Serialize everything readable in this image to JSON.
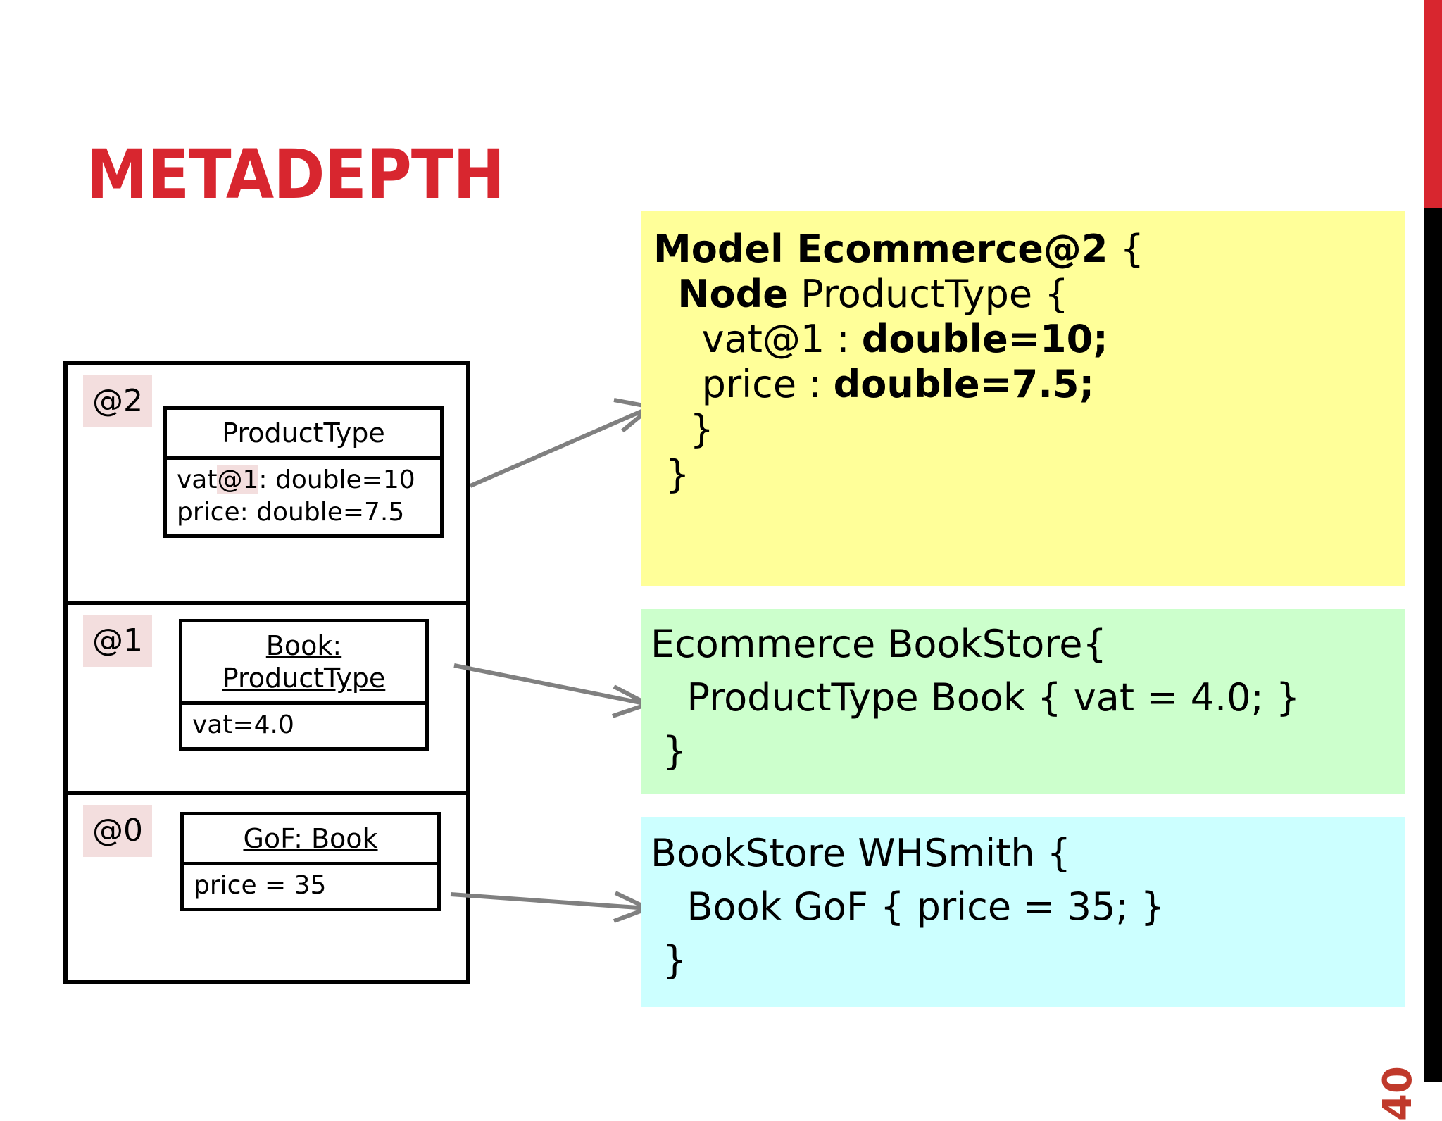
{
  "slide": {
    "title": "METADEPTH",
    "page_number": "40",
    "accent_red": "#D8262F",
    "edge_black": "#000000"
  },
  "diagram": {
    "name": "metadepth-level-stack",
    "levels": [
      {
        "tag": "@2",
        "box": {
          "name": "ProductType",
          "instance": false,
          "attributes": [
            "vat@1: double=10",
            "price: double=7.5"
          ]
        }
      },
      {
        "tag": "@1",
        "box": {
          "name": "Book:\nProductType",
          "instance": true,
          "attributes": [
            "vat=4.0"
          ]
        }
      },
      {
        "tag": "@0",
        "box": {
          "name": "GoF: Book",
          "instance": true,
          "attributes": [
            "price = 35"
          ]
        }
      }
    ],
    "tag_highlight_color": "#F3DEDE"
  },
  "code_boxes": [
    {
      "id": "yellow",
      "background": "#FFFF99",
      "lines": [
        [
          {
            "t": "Model Ecommerce@2",
            "bold": true
          },
          {
            "t": " {",
            "bold": false
          }
        ],
        [
          {
            "t": "  ",
            "bold": false
          },
          {
            "t": "Node",
            "bold": true
          },
          {
            "t": " ProductType {",
            "bold": false
          }
        ],
        [
          {
            "t": "    vat@1 : ",
            "bold": false
          },
          {
            "t": "double=10;",
            "bold": true
          }
        ],
        [
          {
            "t": "    price : ",
            "bold": false
          },
          {
            "t": "double=7.5;",
            "bold": true
          }
        ],
        [
          {
            "t": "   }",
            "bold": false
          }
        ],
        [
          {
            "t": " }",
            "bold": false
          }
        ]
      ]
    },
    {
      "id": "green",
      "background": "#CCFFCC",
      "lines": [
        [
          {
            "t": "Ecommerce BookStore{",
            "bold": false
          }
        ],
        [
          {
            "t": "   ProductType Book { vat = 4.0; }",
            "bold": false
          }
        ],
        [
          {
            "t": " }",
            "bold": false
          }
        ]
      ]
    },
    {
      "id": "cyan",
      "background": "#CCFFFF",
      "lines": [
        [
          {
            "t": "BookStore WHSmith {",
            "bold": false
          }
        ],
        [
          {
            "t": "   Book GoF { price = 35; }",
            "bold": false
          }
        ],
        [
          {
            "t": " }",
            "bold": false
          }
        ]
      ]
    }
  ],
  "arrows": [
    {
      "name": "arrow-level2-to-yellow",
      "color": "#808080"
    },
    {
      "name": "arrow-level1-to-green",
      "color": "#808080"
    },
    {
      "name": "arrow-level0-to-cyan",
      "color": "#808080"
    }
  ]
}
